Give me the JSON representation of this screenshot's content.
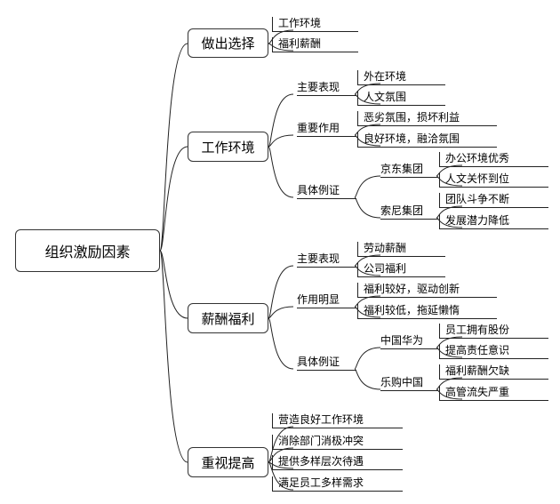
{
  "root": "组织激励因素",
  "branches": [
    {
      "title": "做出选择",
      "items": [
        "工作环境",
        "福利薪酬"
      ]
    },
    {
      "title": "工作环境",
      "groups": [
        {
          "label": "主要表现",
          "items": [
            "外在环境",
            "人文氛围"
          ]
        },
        {
          "label": "重要作用",
          "items": [
            "恶劣氛围，损坏利益",
            "良好环境，融洽氛围"
          ]
        },
        {
          "label": "具体例证",
          "sub": [
            {
              "label": "京东集团",
              "items": [
                "办公环境优秀",
                "人文关怀到位"
              ]
            },
            {
              "label": "索尼集团",
              "items": [
                "团队斗争不断",
                "发展潜力降低"
              ]
            }
          ]
        }
      ]
    },
    {
      "title": "薪酬福利",
      "groups": [
        {
          "label": "主要表现",
          "items": [
            "劳动薪酬",
            "公司福利"
          ]
        },
        {
          "label": "作用明显",
          "items": [
            "福利较好，驱动创新",
            "福利较低，拖延懒惰"
          ]
        },
        {
          "label": "具体例证",
          "sub": [
            {
              "label": "中国华为",
              "items": [
                "员工拥有股份",
                "提高责任意识"
              ]
            },
            {
              "label": "乐购中国",
              "items": [
                "福利薪酬欠缺",
                "高管流失严重"
              ]
            }
          ]
        }
      ]
    },
    {
      "title": "重视提高",
      "items": [
        "营造良好工作环境",
        "消除部门消极冲突",
        "提供多样层次待遇",
        "满足员工多样需求"
      ]
    }
  ]
}
